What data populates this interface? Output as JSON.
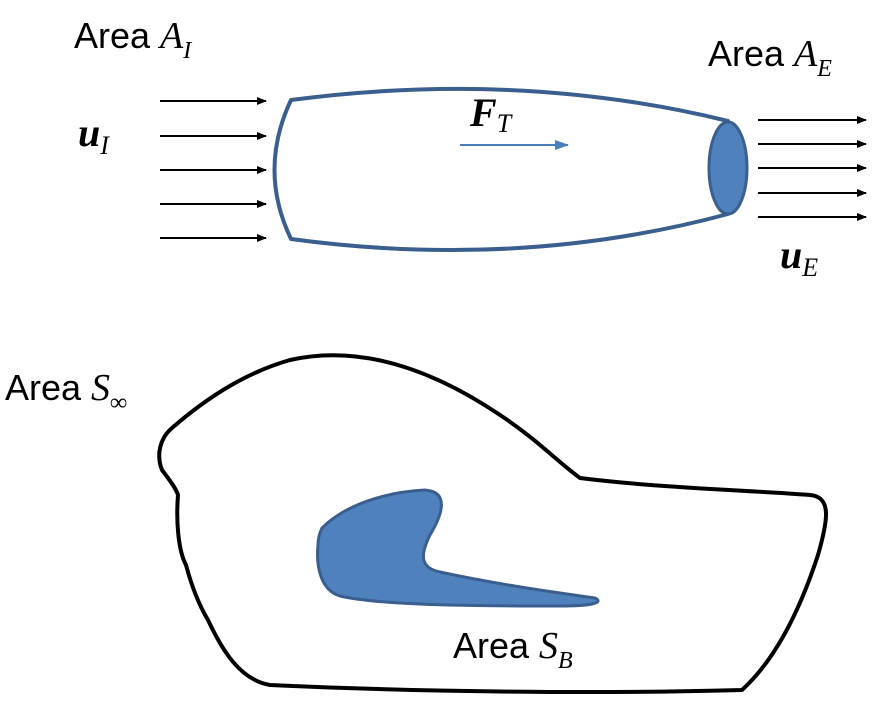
{
  "colors": {
    "outline_blue": "#3A5F8F",
    "fill_blue": "#4F81BD",
    "arrow_black": "#000000",
    "force_arrow_blue": "#4A7EBB",
    "body_outline": "#000000",
    "background": "#FFFFFF"
  },
  "top_diagram": {
    "inlet_area": {
      "word": "Area",
      "symbol": "A",
      "subscript": "I"
    },
    "exit_area": {
      "word": "Area",
      "symbol": "A",
      "subscript": "E"
    },
    "inlet_velocity": {
      "symbol": "u",
      "subscript": "I"
    },
    "exit_velocity": {
      "symbol": "u",
      "subscript": "E"
    },
    "thrust_force": {
      "symbol": "F",
      "subscript": "T"
    },
    "inlet_arrow_count": 5,
    "exit_arrow_count": 5
  },
  "bottom_diagram": {
    "outer_area": {
      "word": "Area",
      "symbol": "S",
      "subscript": "∞"
    },
    "body_area": {
      "word": "Area",
      "symbol": "S",
      "subscript": "B"
    }
  }
}
